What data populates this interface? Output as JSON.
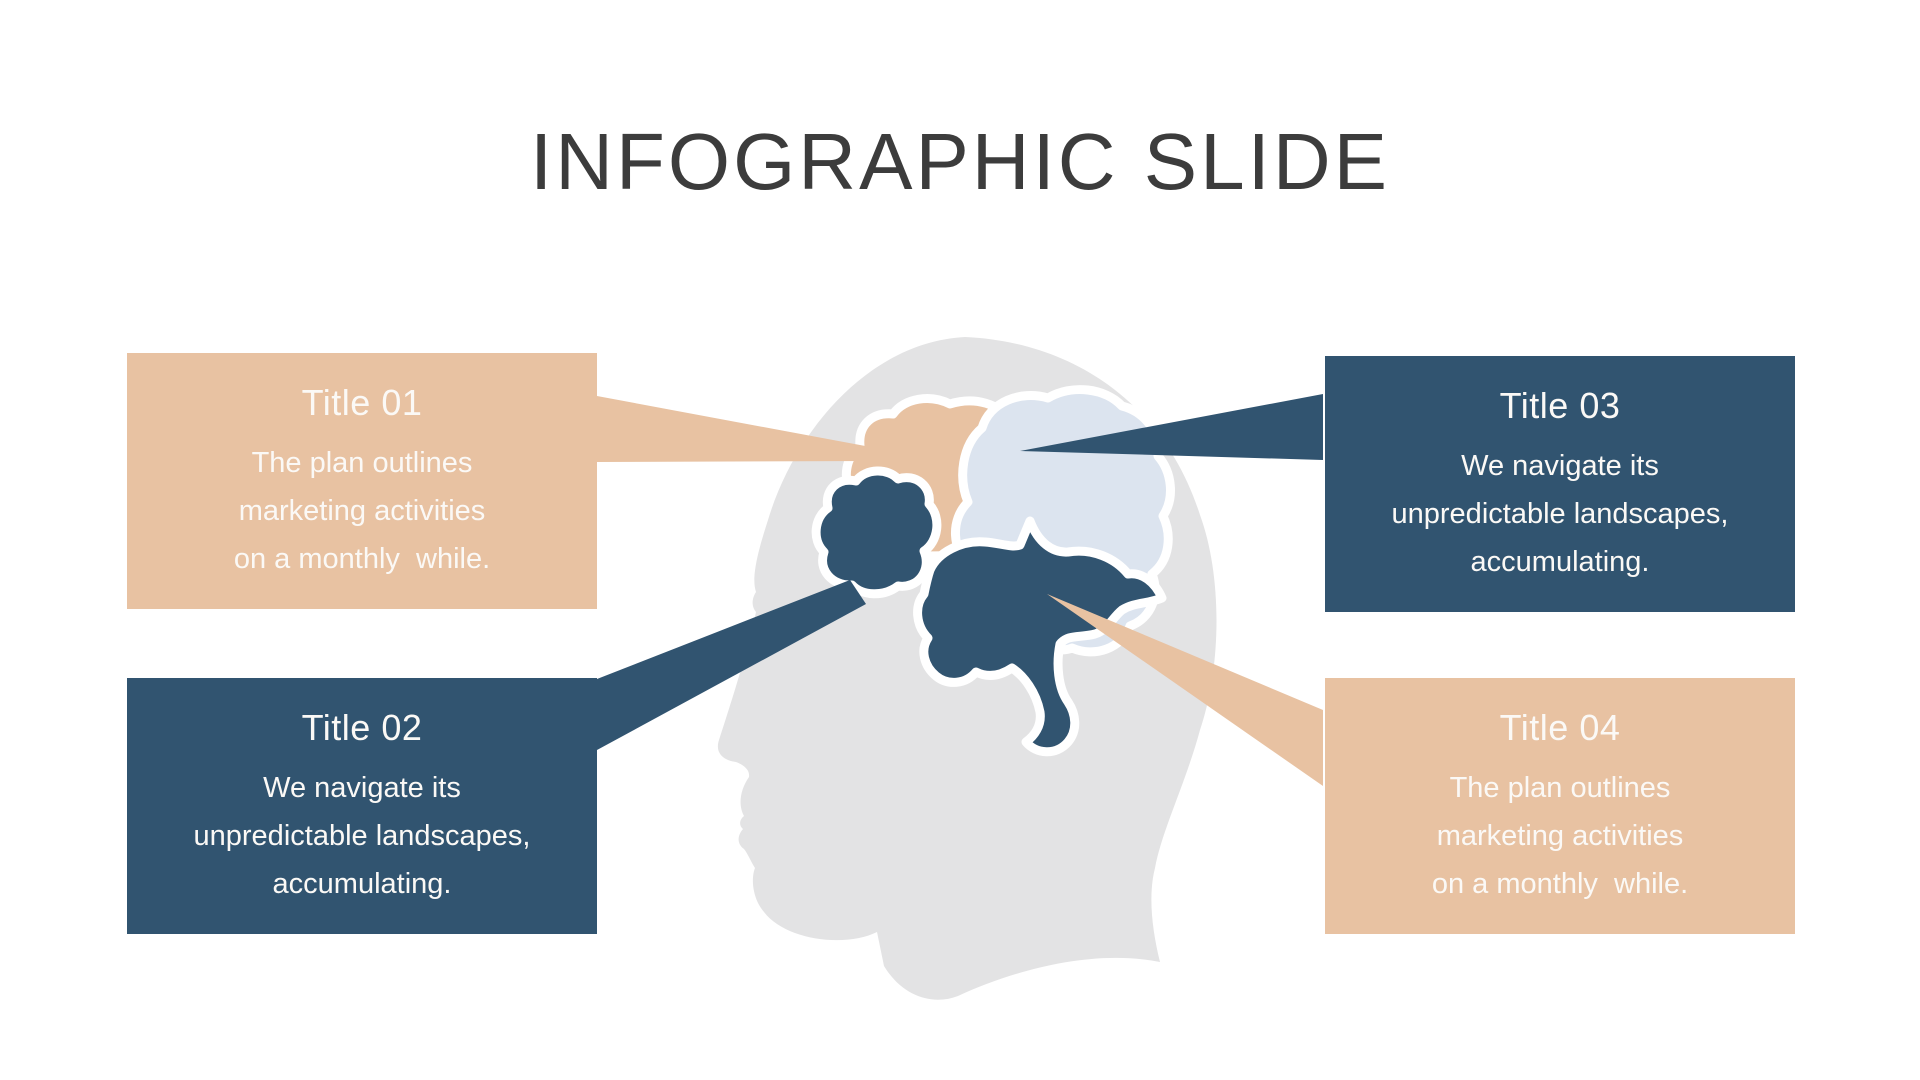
{
  "slide": {
    "title": "INFOGRAPHIC SLIDE"
  },
  "colors": {
    "tan": "#e8c2a2",
    "navy": "#315470",
    "light_blue": "#dce4ef",
    "head_gray": "#e3e3e4",
    "heading": "#3c3c3c",
    "box_text": "#fbf9f6",
    "outline_white": "#ffffff"
  },
  "boxes": [
    {
      "id": "01",
      "title": "Title 01",
      "body": "The plan outlines\nmarketing activities\non a monthly  while.",
      "variant": "tan",
      "position": "top-left"
    },
    {
      "id": "02",
      "title": "Title 02",
      "body": "We navigate its\nunpredictable landscapes,\naccumulating.",
      "variant": "navy",
      "position": "bottom-left"
    },
    {
      "id": "03",
      "title": "Title 03",
      "body": "We navigate its\nunpredictable landscapes,\naccumulating.",
      "variant": "navy",
      "position": "top-right"
    },
    {
      "id": "04",
      "title": "Title 04",
      "body": "The plan outlines\nmarketing activities\non a monthly  while.",
      "variant": "tan",
      "position": "bottom-right"
    }
  ],
  "illustration": {
    "icon": "human-head-profile-silhouette-icon",
    "brain_lobes": [
      {
        "name": "frontal-lobe-blob",
        "color": "tan"
      },
      {
        "name": "parietal-lobe-blob",
        "color": "light_blue"
      },
      {
        "name": "temporal-lobe-blob",
        "color": "navy"
      },
      {
        "name": "occipital-splash-blob",
        "color": "navy"
      }
    ],
    "connectors": [
      {
        "from": "box-01",
        "to": "frontal-lobe-blob",
        "color": "tan"
      },
      {
        "from": "box-02",
        "to": "temporal-lobe-blob",
        "color": "navy"
      },
      {
        "from": "box-03",
        "to": "parietal-lobe-blob",
        "color": "navy"
      },
      {
        "from": "box-04",
        "to": "occipital-splash-blob",
        "color": "tan"
      }
    ]
  }
}
